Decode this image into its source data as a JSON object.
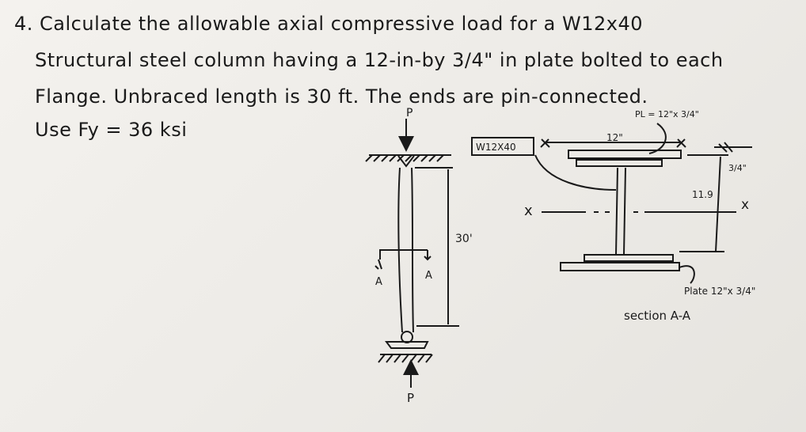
{
  "problem": {
    "number": "4.",
    "line1": "Calculate the allowable axial compressive load for a W12x40",
    "line2": "Structural steel column having a 12-in-by 3/4\" in plate bolted to each",
    "line3": "Flange. Unbraced length is 30 ft. The ends are pin-connected.",
    "line4": "Use Fy = 36 ksi"
  },
  "elevation": {
    "load_top": "P",
    "load_bottom": "P",
    "length_label": "30'",
    "section_left": "A",
    "section_right": "A"
  },
  "section": {
    "shape_label": "W12X40",
    "plate_top_label": "PL = 12\"x 3/4\"",
    "width_label": "12\"",
    "thickness_label": "3/4\"",
    "depth_label": "11.9",
    "axis_left": "x",
    "axis_right": "x",
    "plate_bottom_label": "Plate 12\"x 3/4\"",
    "caption": "section A-A"
  }
}
